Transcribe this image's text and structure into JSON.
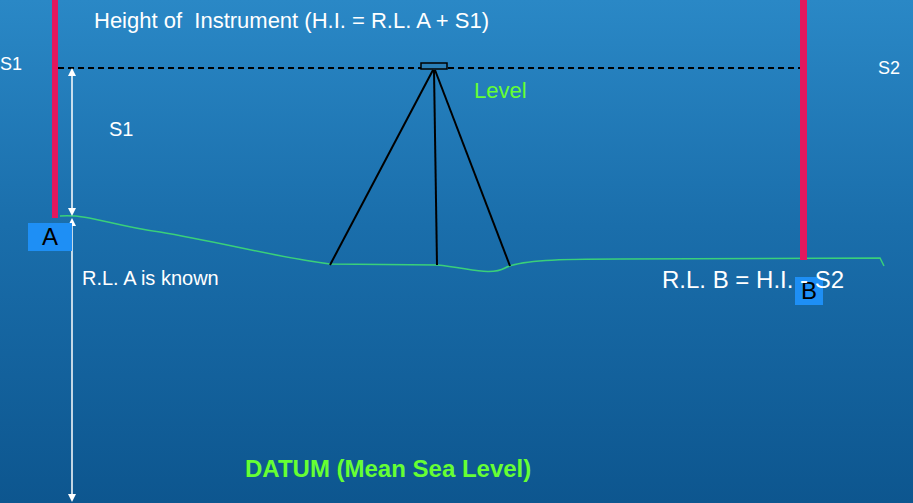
{
  "diagram": {
    "nodes": [
      {
        "text": [
          "A"
        ]
      },
      {
        "text": [
          "B"
        ]
      }
    ],
    "labels": [
      "Height of  Instrument (H.I. = R.L. A + S1)",
      "S1",
      "S2",
      "S1",
      "Level",
      "R.L. A is known",
      "R.L. B = H.I. - S2",
      "DATUM (Mean Sea Level)"
    ]
  }
}
